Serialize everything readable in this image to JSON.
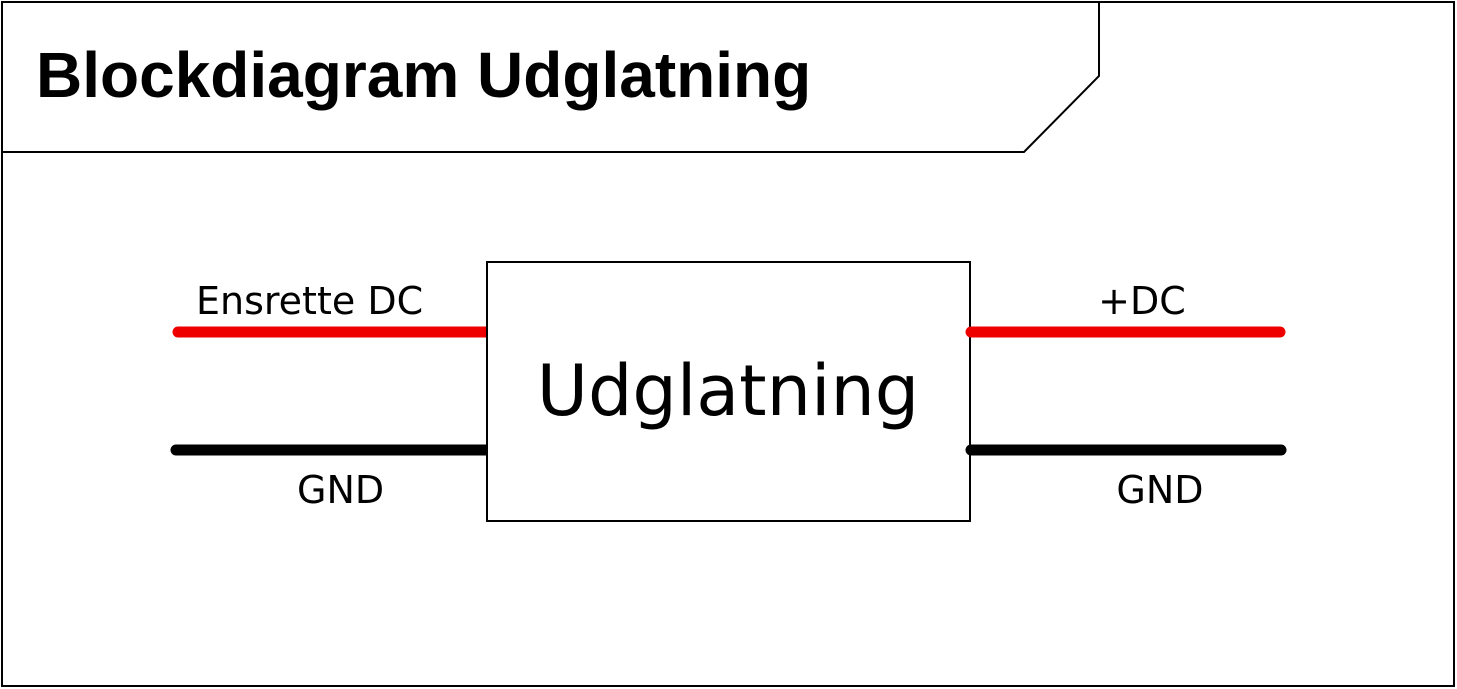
{
  "title": "Blockdiagram Udglatning",
  "block": {
    "label": "Udglatning"
  },
  "inputs": {
    "positive_label": "Ensrette DC",
    "ground_label": "GND"
  },
  "outputs": {
    "positive_label": "+DC",
    "ground_label": "GND"
  },
  "colors": {
    "positive_wire": "#ee0000",
    "ground_wire": "#000000"
  }
}
